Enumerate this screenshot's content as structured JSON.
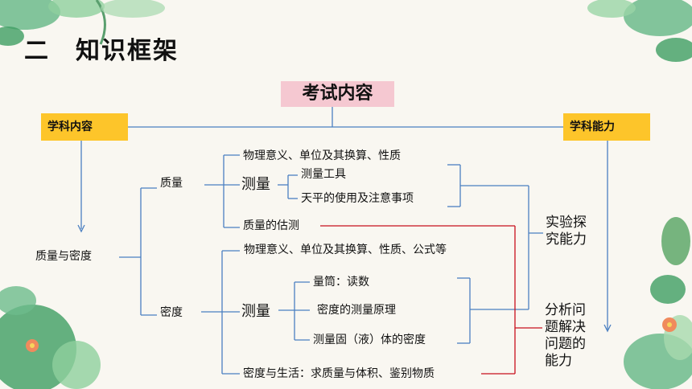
{
  "page": {
    "title": "二　知识框架"
  },
  "diagram": {
    "root": "考试内容",
    "left_header": "学科内容",
    "right_header": "学科能力",
    "main_topic": "质量与密度",
    "mass": {
      "label": "质量",
      "meaning": "物理意义、单位及其换算、性质",
      "measure_label": "测量",
      "tools": "测量工具",
      "balance": "天平的使用及注意事项",
      "estimate": "质量的估测"
    },
    "density": {
      "label": "密度",
      "meaning": "物理意义、单位及其换算、性质、公式等",
      "measure_label": "测量",
      "cylinder": "量筒：读数",
      "principle": "密度的测量原理",
      "solid_liquid": "测量固（液）体的密度",
      "life": "密度与生活：求质量与体积、鉴别物质"
    },
    "ability_experiment": [
      "实验探",
      "究能力"
    ],
    "ability_analysis": [
      "分析问",
      "题解决",
      "问题的",
      "能力"
    ]
  },
  "colors": {
    "pink_box": "#f5c8d1",
    "yellow_box": "#fdc52a",
    "connector_blue": "#4a7fc1",
    "connector_red": "#c8101d",
    "leaf_green": "#5fa86a"
  },
  "icons": [
    "leaf-decoration",
    "flower-decoration"
  ]
}
